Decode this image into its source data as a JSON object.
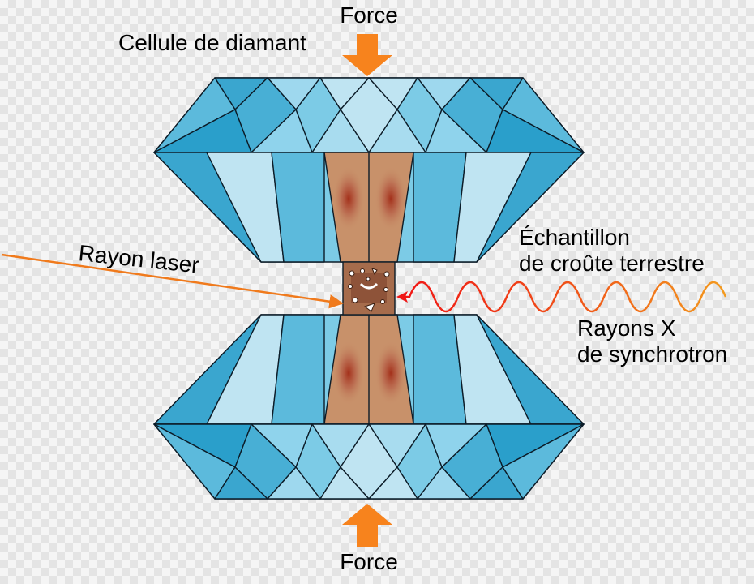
{
  "labels": {
    "force_top": "Force",
    "force_bottom": "Force",
    "cell": "Cellule de diamant",
    "laser": "Rayon laser",
    "sample_line1": "Échantillon",
    "sample_line2": "de croûte terrestre",
    "xray_line1": "Rayons X",
    "xray_line2": "de synchrotron"
  },
  "colors": {
    "diamond_light": "#bfe4f2",
    "diamond_mid": "#7ccbe6",
    "diamond_dark": "#3aa6cf",
    "force_arrow": "#f7831d",
    "laser": "#f07a1c",
    "xray_start": "#f01616",
    "xray_end": "#f39a1e",
    "anvil": "#c8916a",
    "anvil_hot": "#a13b1e"
  }
}
